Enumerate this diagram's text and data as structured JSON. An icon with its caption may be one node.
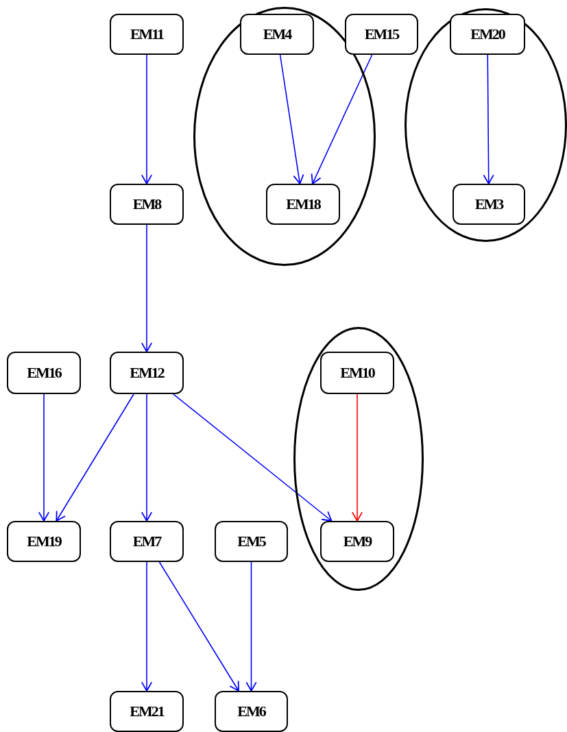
{
  "diagram": {
    "nodes": [
      {
        "text": [
          "EM11"
        ]
      },
      {
        "text": [],
        "shape": "ellipse"
      },
      {
        "text": [
          "EM4"
        ],
        "in": 1
      },
      {
        "text": [
          "EM15"
        ]
      },
      {
        "text": [],
        "shape": "ellipse"
      },
      {
        "text": [
          "EM20"
        ],
        "in": 4
      },
      {
        "text": [
          "EM8"
        ]
      },
      {
        "text": [
          "EM18"
        ],
        "in": 1
      },
      {
        "text": [
          "EM3"
        ],
        "in": 4
      },
      {
        "text": [
          "EM16"
        ]
      },
      {
        "text": [
          "EM12"
        ]
      },
      {
        "text": [],
        "shape": "ellipse"
      },
      {
        "text": [
          "EM10"
        ],
        "in": 11
      },
      {
        "text": [
          "EM19"
        ]
      },
      {
        "text": [
          "EM7"
        ]
      },
      {
        "text": [
          "EM5"
        ]
      },
      {
        "text": [
          "EM9"
        ],
        "in": 11
      },
      {
        "text": [
          "EM21"
        ]
      },
      {
        "text": [
          "EM6"
        ]
      }
    ],
    "edges": [
      {
        "from": 0,
        "to": 6,
        "arrow": "to"
      },
      {
        "from": 2,
        "to": 7,
        "arrow": "to"
      },
      {
        "from": 3,
        "to": 7,
        "arrow": "to"
      },
      {
        "from": 5,
        "to": 8,
        "arrow": "to"
      },
      {
        "from": 6,
        "to": 10,
        "arrow": "to"
      },
      {
        "from": 9,
        "to": 13,
        "arrow": "to"
      },
      {
        "from": 10,
        "to": 13,
        "arrow": "to"
      },
      {
        "from": 10,
        "to": 14,
        "arrow": "to"
      },
      {
        "from": 10,
        "to": 16,
        "arrow": "to"
      },
      {
        "from": 12,
        "to": 16,
        "arrow": "to",
        "color": "#ff0000"
      },
      {
        "from": 14,
        "to": 17,
        "arrow": "to"
      },
      {
        "from": 14,
        "to": 18,
        "arrow": "to"
      },
      {
        "from": 15,
        "to": 18,
        "arrow": "to"
      }
    ]
  }
}
